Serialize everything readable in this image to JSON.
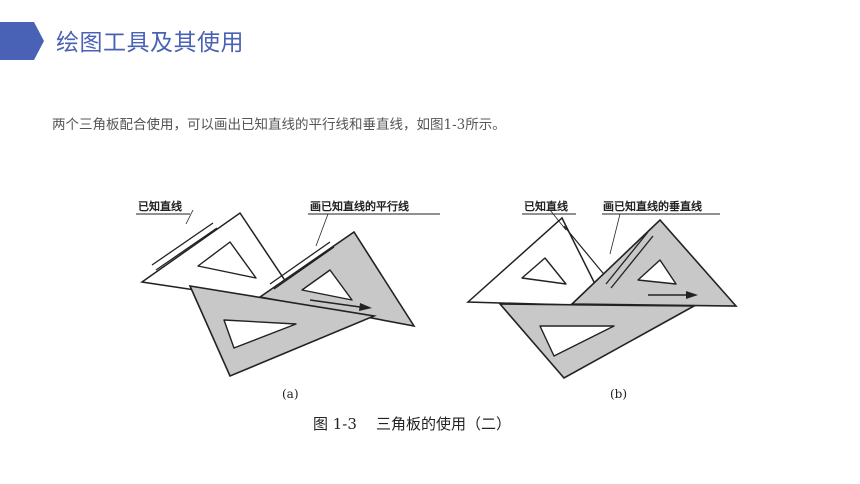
{
  "header": {
    "title": "绘图工具及其使用",
    "accent_color": "#4a62b6",
    "marker_icon": "chevron-marker-icon"
  },
  "body": {
    "paragraph": "两个三角板配合使用，可以画出已知直线的平行线和垂直线，如图1-3所示。"
  },
  "figure": {
    "a": {
      "label_known": "已知直线",
      "label_result": "画已知直线的平行线",
      "sublabel": "(a)"
    },
    "b": {
      "label_known": "已知直线",
      "label_result": "画已知直线的垂直线",
      "sublabel": "(b)"
    },
    "caption": "图 1-3    三角板的使用（二）"
  }
}
